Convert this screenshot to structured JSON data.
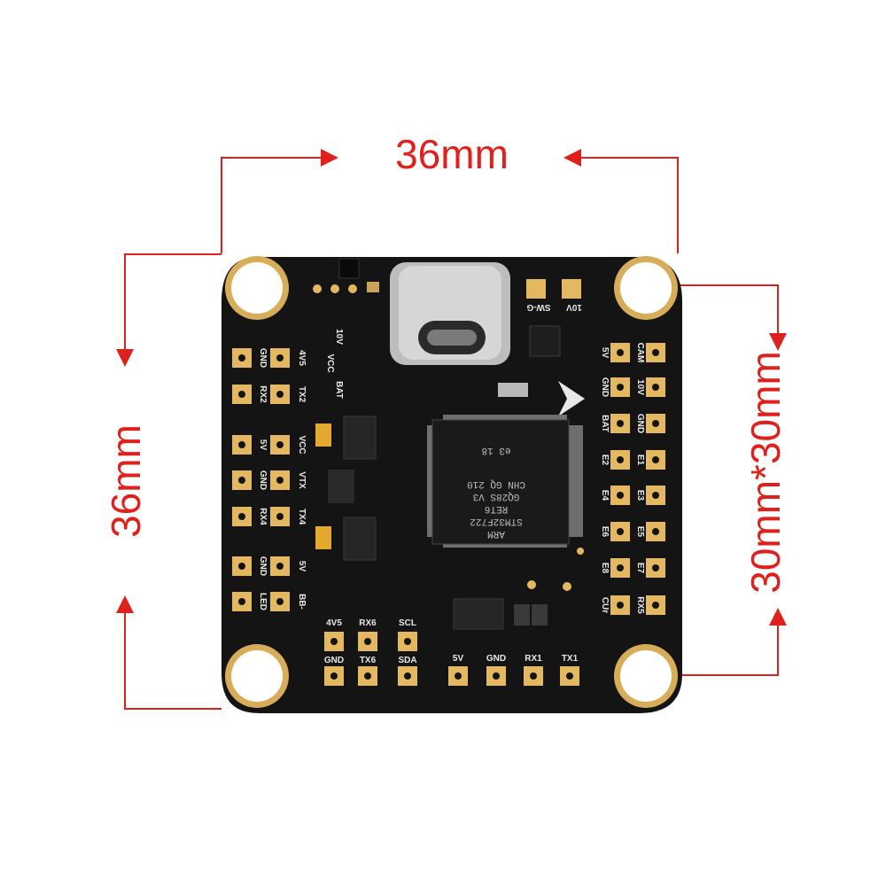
{
  "dimensions": {
    "width_label": "36mm",
    "height_label": "36mm",
    "mount_label": "30mm*30mm"
  },
  "colors": {
    "dimension_red": "#e0201c",
    "board": "#141414",
    "pad_gold": "#e3b860",
    "silk": "#e8e8e8"
  },
  "board": {
    "top_labels": [
      "10V",
      "SW-G"
    ],
    "left_vertical": [
      "10V",
      "VCC",
      "BAT"
    ],
    "left_pads": [
      {
        "a": "GND",
        "b": "4V5"
      },
      {
        "a": "RX2",
        "b": "TX2"
      },
      {
        "a": "5V",
        "b": "VCC"
      },
      {
        "a": "GND",
        "b": "VTX"
      },
      {
        "a": "RX4",
        "b": "TX4"
      },
      {
        "a": "GND",
        "b": "5V"
      },
      {
        "a": "LED",
        "b": "BB-"
      }
    ],
    "right_pads": [
      {
        "a": "5V",
        "b": "CAM"
      },
      {
        "a": "GND",
        "b": "10V"
      },
      {
        "a": "BAT",
        "b": "GND"
      },
      {
        "a": "E2",
        "b": "E1"
      },
      {
        "a": "E4",
        "b": "E3"
      },
      {
        "a": "E6",
        "b": "E5"
      },
      {
        "a": "E8",
        "b": "E7"
      },
      {
        "a": "CUr",
        "b": "RX5"
      }
    ],
    "bottom_left_top": [
      "4V5",
      "RX6",
      "SCL"
    ],
    "bottom_left_bottom": [
      "GND",
      "TX6",
      "SDA"
    ],
    "bottom_right": [
      "5V",
      "GND",
      "RX1",
      "TX1"
    ],
    "chip_lines": [
      "ARM",
      "STM32F722",
      "RET6",
      "GQ28S V3",
      "CHN GQ 210",
      "e3 18"
    ]
  }
}
